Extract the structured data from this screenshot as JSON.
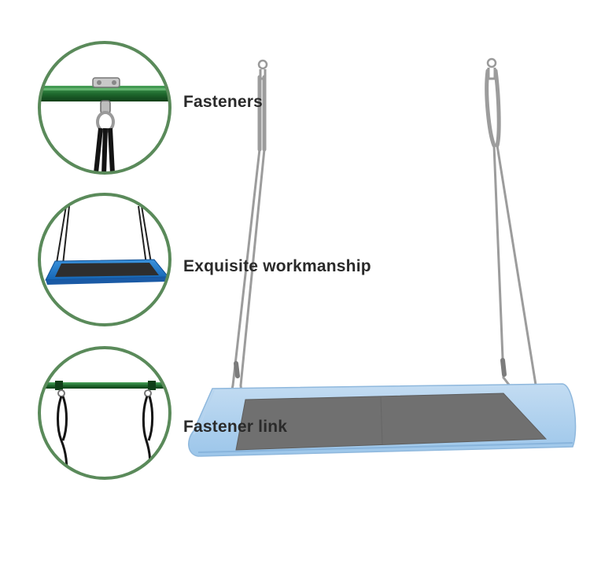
{
  "features": [
    {
      "label": "Fasteners",
      "icon": "fastener-detail-icon"
    },
    {
      "label": "Exquisite workmanship",
      "icon": "swing-seat-detail-icon"
    },
    {
      "label": "Fastener link",
      "icon": "fastener-link-detail-icon"
    }
  ],
  "colors": {
    "circle_border": "#5a8a5a",
    "frame_bar": "#2e7d3e",
    "seat_blue_dark": "#1e78c8",
    "seat_blue_light": "#a8cfee",
    "mesh": "#707070",
    "rope": "#8f8f8f",
    "strap": "#141414"
  }
}
